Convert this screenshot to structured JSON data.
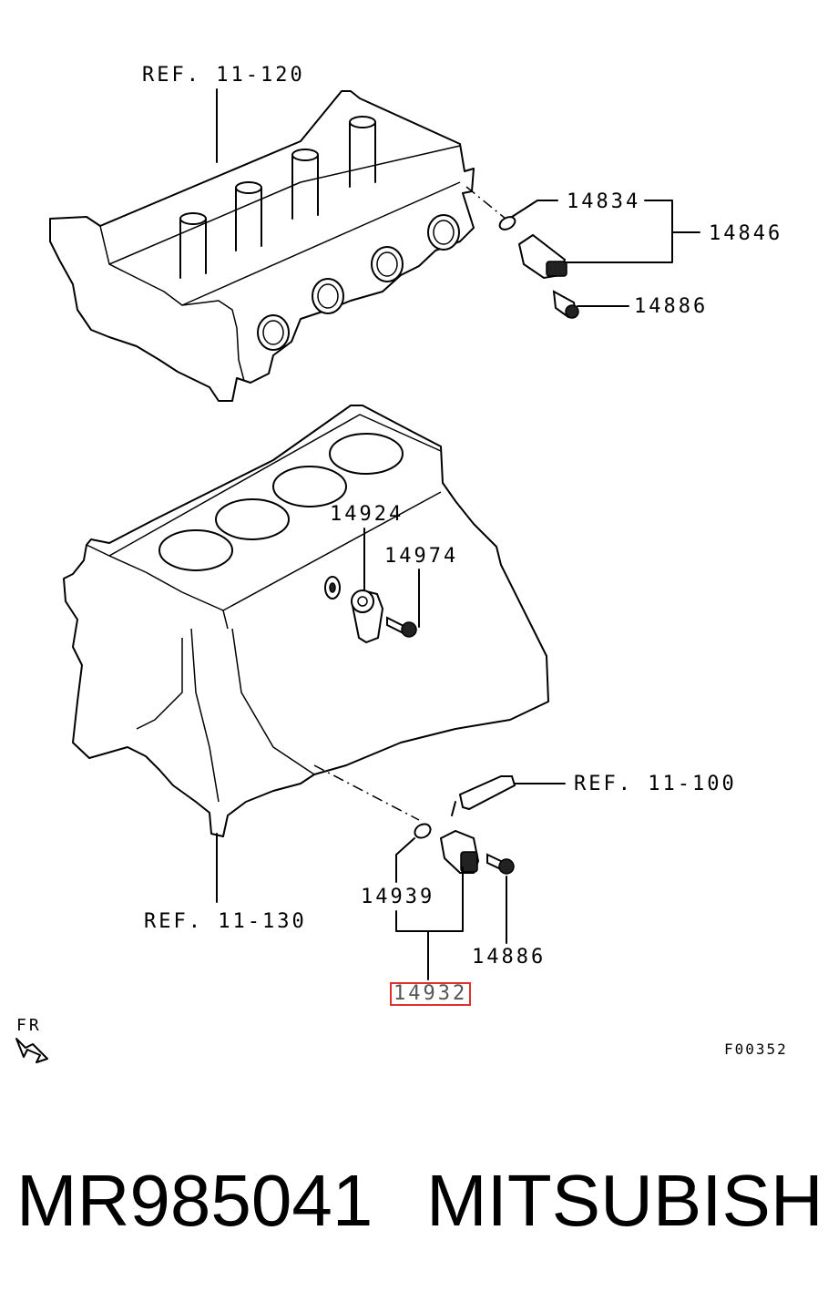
{
  "diagram": {
    "labels": {
      "ref_head": "REF. 11-120",
      "ref_block": "REF. 11-130",
      "ref_sealant": "REF. 11-100",
      "p14834": "14834",
      "p14846": "14846",
      "p14886_top": "14886",
      "p14924": "14924",
      "p14974": "14974",
      "p14939": "14939",
      "p14886_bottom": "14886",
      "p14932": "14932",
      "direction": "FR",
      "figure_code": "F00352"
    },
    "highlight_color": "#e0302a"
  },
  "footer": {
    "part_number": "MR985041",
    "brand": "MITSUBISHI"
  }
}
